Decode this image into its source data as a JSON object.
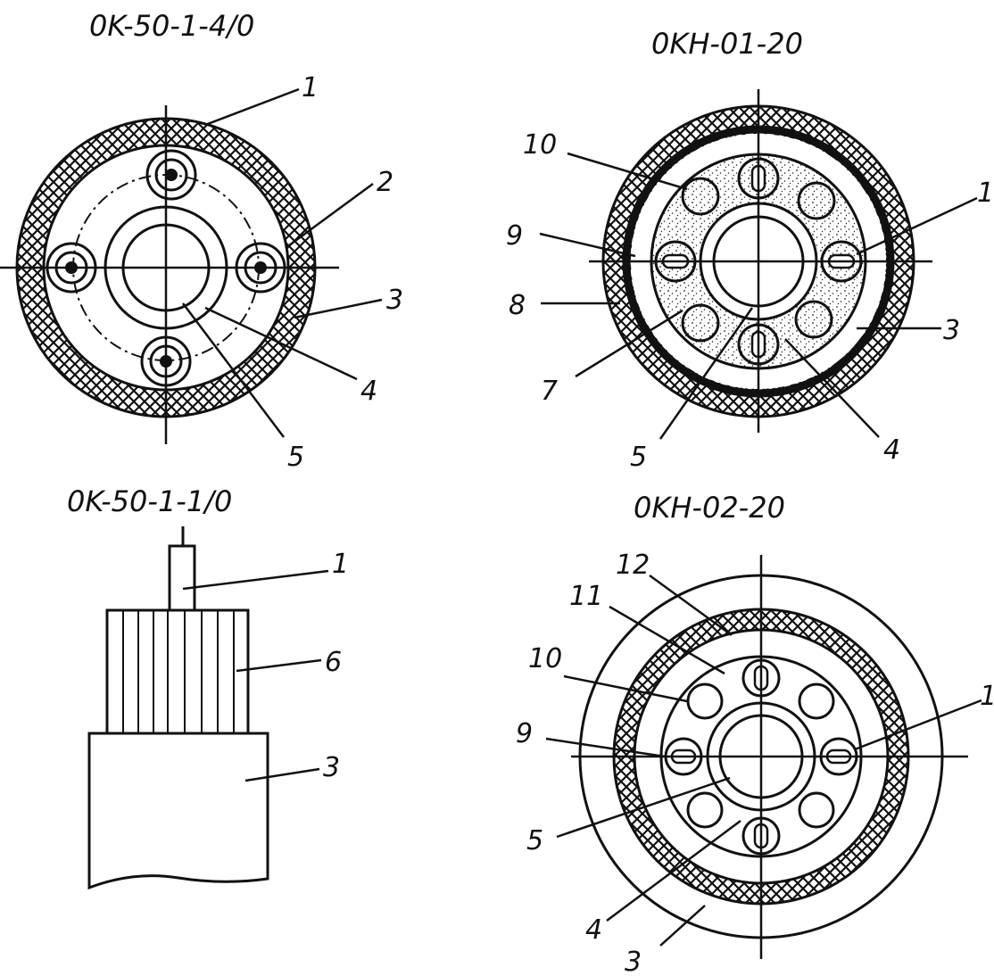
{
  "titles": {
    "top_left": "0K-50-1-4/0",
    "top_right": "0KH-01-20",
    "bottom_left": "0K-50-1-1/0",
    "bottom_right": "0KH-02-20"
  },
  "labels": {
    "tl": [
      "1",
      "2",
      "3",
      "4",
      "5"
    ],
    "tr": [
      "10",
      "9",
      "8",
      "7",
      "5",
      "4",
      "3",
      "1"
    ],
    "bl": [
      "1",
      "6",
      "3"
    ],
    "br": [
      "12",
      "11",
      "10",
      "9",
      "5",
      "4",
      "3",
      "1"
    ]
  },
  "colors": {
    "ink": "#111111",
    "paper": "#ffffff"
  }
}
